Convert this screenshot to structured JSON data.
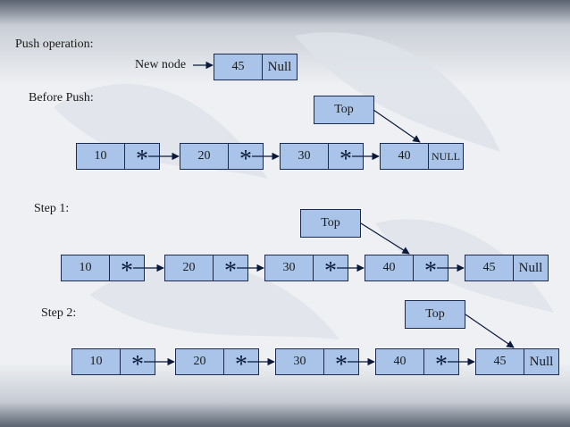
{
  "labels": {
    "push_operation": "Push operation:",
    "new_node": "New node",
    "before_push": "Before Push:",
    "step1": "Step 1:",
    "step2": "Step 2:"
  },
  "top_label": "Top",
  "pointer_symbol": "*",
  "new_node": {
    "value": "45",
    "next": "Null"
  },
  "before_push": {
    "nodes": [
      {
        "value": "10",
        "next": "*"
      },
      {
        "value": "20",
        "next": "*"
      },
      {
        "value": "30",
        "next": "*"
      },
      {
        "value": "40",
        "next": "NULL"
      }
    ]
  },
  "step1": {
    "nodes": [
      {
        "value": "10",
        "next": "*"
      },
      {
        "value": "20",
        "next": "*"
      },
      {
        "value": "30",
        "next": "*"
      },
      {
        "value": "40",
        "next": "*"
      },
      {
        "value": "45",
        "next": "Null"
      }
    ]
  },
  "step2": {
    "nodes": [
      {
        "value": "10",
        "next": "*"
      },
      {
        "value": "20",
        "next": "*"
      },
      {
        "value": "30",
        "next": "*"
      },
      {
        "value": "40",
        "next": "*"
      },
      {
        "value": "45",
        "next": "Null"
      }
    ]
  },
  "colors": {
    "node_fill": "#a9c4e8",
    "node_border": "#1b2a4e",
    "arrow": "#0b1a3a"
  }
}
